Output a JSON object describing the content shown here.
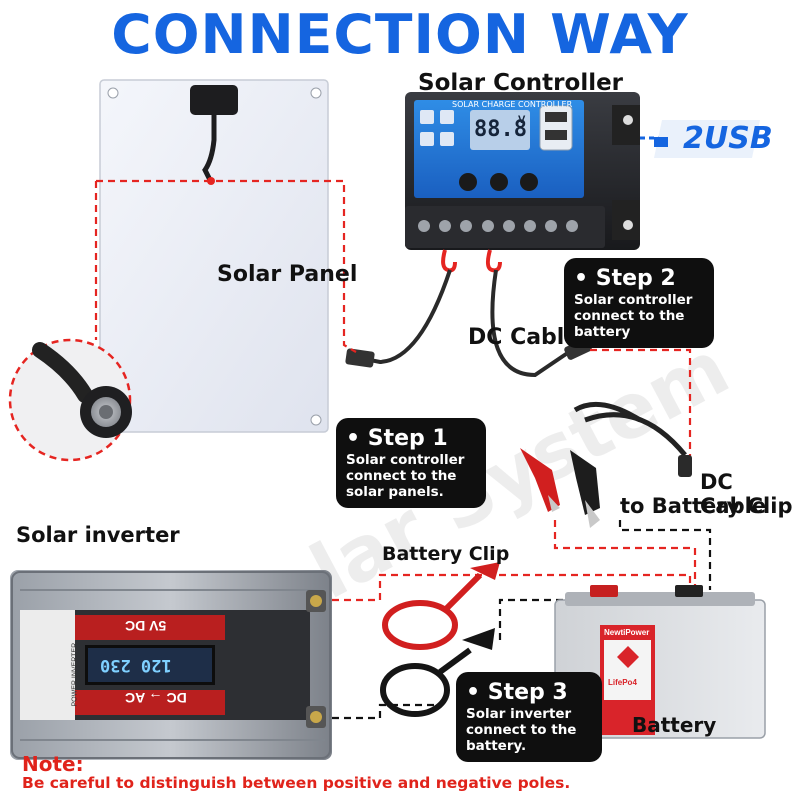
{
  "title": "CONNECTION WAY",
  "labels": {
    "solar_controller": "Solar Controller",
    "solar_panel": "Solar Panel",
    "dc_cable": "DC Cable",
    "dc_cable_battery_clip_line1": "DC Cable",
    "dc_cable_battery_clip_line2": "to Battery Clip",
    "solar_inverter": "Solar inverter",
    "battery_clip": "Battery Clip",
    "battery": "Battery",
    "usb_badge": "2USB"
  },
  "controller_display": {
    "header": "SOLAR CHARGE CONTROLLER",
    "reading": "88.8",
    "unit": "V"
  },
  "inverter_display": {
    "brand_text": "DC → AC",
    "model": "5V DC",
    "screen": "120 230",
    "caption": "POWER INVERTER"
  },
  "battery_product": {
    "brand": "NewtiPower",
    "type": "LifePo4"
  },
  "steps": [
    {
      "heading": "Step 1",
      "body": [
        "Solar controller",
        "connect to the",
        "solar panels."
      ]
    },
    {
      "heading": "Step 2",
      "body": [
        "Solar controller",
        "connect to the",
        "battery"
      ]
    },
    {
      "heading": "Step 3",
      "body": [
        "Solar inverter",
        "connect to the",
        "battery."
      ]
    }
  ],
  "note": {
    "heading": "Note:",
    "text": "Be careful to distinguish between positive and negative poles."
  },
  "watermark": "Solar System",
  "colors": {
    "title_blue": "#1565e0",
    "note_red": "#e0231b",
    "dash_red": "#e52521",
    "dash_black": "#111111"
  }
}
